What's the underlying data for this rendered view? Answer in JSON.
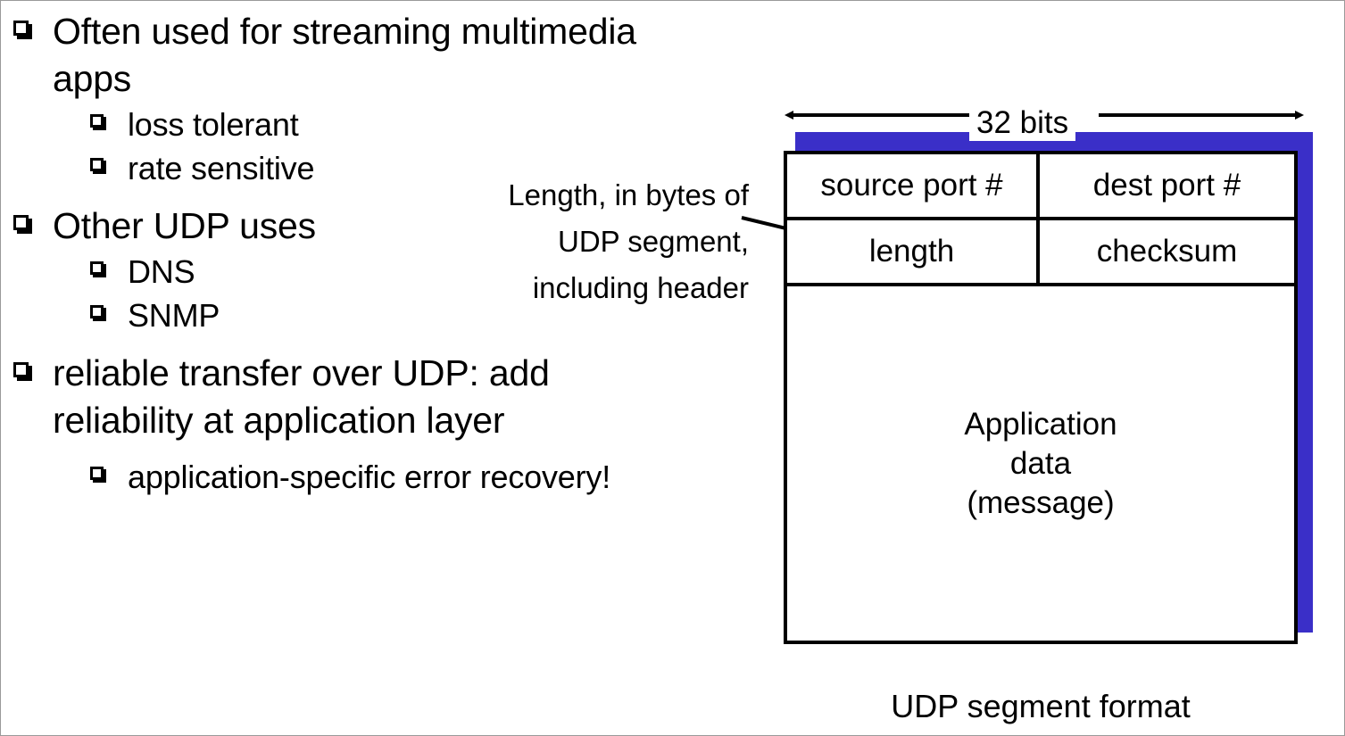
{
  "slide": {
    "bullets": [
      {
        "level": 1,
        "text": "Often used for streaming multimedia apps",
        "bullet_glyph": "hollow-square-shadow"
      },
      {
        "level": 2,
        "text": "loss tolerant",
        "bullet_glyph": "hollow-square-shadow"
      },
      {
        "level": 2,
        "text": "rate sensitive",
        "bullet_glyph": "hollow-square-shadow"
      },
      {
        "level": 1,
        "text": "Other UDP uses",
        "bullet_glyph": "hollow-square-shadow"
      },
      {
        "level": 2,
        "text": "DNS",
        "bullet_glyph": "hollow-square-shadow"
      },
      {
        "level": 2,
        "text": "SNMP",
        "bullet_glyph": "hollow-square-shadow"
      },
      {
        "level": 1,
        "text": "reliable transfer over UDP: add reliability at application layer",
        "bullet_glyph": "hollow-square-shadow"
      },
      {
        "level": 2,
        "text": "application-specific error recovery!",
        "bullet_glyph": "hollow-square-shadow"
      }
    ]
  },
  "diagram": {
    "width_label": "32 bits",
    "annotation": "Length, in bytes of UDP segment, including header",
    "caption": "UDP segment format",
    "header_rows": [
      {
        "left": "source port #",
        "right": "dest port #"
      },
      {
        "left": "length",
        "right": "checksum"
      }
    ],
    "payload": "Application\ndata\n(message)",
    "colors": {
      "shadow": "#3a2fc8",
      "border": "#000000",
      "background": "#ffffff"
    }
  }
}
